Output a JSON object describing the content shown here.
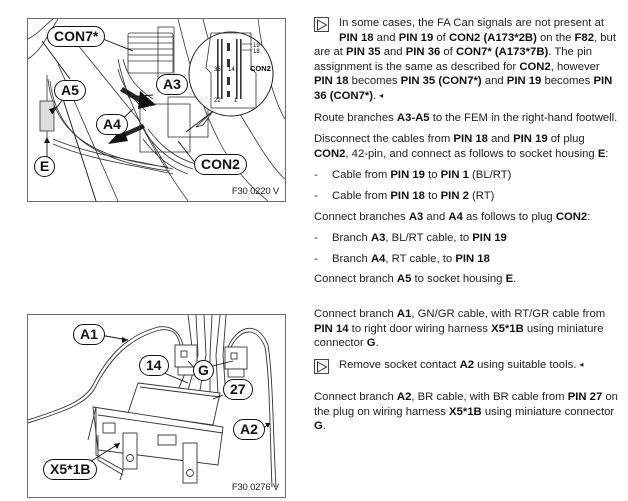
{
  "figures": [
    {
      "id": "fig1",
      "code": "F30 0220 V",
      "callouts": {
        "con7": "CON7*",
        "a5": "A5",
        "a3": "A3",
        "a4": "A4",
        "e": "E",
        "con2": "CON2"
      },
      "inset": {
        "label": "CON2",
        "pins": [
          "19",
          "18",
          "35",
          "14",
          "22",
          "1"
        ]
      }
    },
    {
      "id": "fig2",
      "code": "F30 0276 V",
      "callouts": {
        "a1": "A1",
        "p14": "14",
        "g": "G",
        "p27": "27",
        "a2": "A2",
        "x51b": "X5*1B"
      }
    }
  ],
  "text": {
    "note1": {
      "icon": "note-triangle-icon",
      "parts": [
        [
          "In some cases, the FA Can signals are not present at ",
          false
        ],
        [
          "PIN 18",
          true
        ],
        [
          " and ",
          false
        ],
        [
          "PIN 19",
          true
        ],
        [
          " of ",
          false
        ],
        [
          "CON2 (A173*2B)",
          true
        ],
        [
          " on the ",
          false
        ],
        [
          "F82",
          true
        ],
        [
          ", but are at ",
          false
        ],
        [
          "PIN 35",
          true
        ],
        [
          " and ",
          false
        ],
        [
          "PIN 36",
          true
        ],
        [
          " of ",
          false
        ],
        [
          "CON7* (A173*7B)",
          true
        ],
        [
          ". The pin assignment is the same as described for ",
          false
        ],
        [
          "CON2",
          true
        ],
        [
          ", however ",
          false
        ],
        [
          "PIN 18",
          true
        ],
        [
          " becomes ",
          false
        ],
        [
          "PIN 35 (CON7*)",
          true
        ],
        [
          " and ",
          false
        ],
        [
          "PIN 19",
          true
        ],
        [
          " becomes ",
          false
        ],
        [
          "PIN 36 (CON7*)",
          true
        ],
        [
          ".",
          false
        ]
      ],
      "end_mark": "◂"
    },
    "para_route": [
      [
        "Route branches ",
        false
      ],
      [
        "A3-A5",
        true
      ],
      [
        " to the FEM in the right-hand footwell.",
        false
      ]
    ],
    "para_disconnect": [
      [
        "Disconnect the cables from ",
        false
      ],
      [
        "PIN 18",
        true
      ],
      [
        " and ",
        false
      ],
      [
        "PIN 19",
        true
      ],
      [
        " of plug ",
        false
      ],
      [
        "CON2",
        true
      ],
      [
        ", 42-pin, and connect as follows to socket housing ",
        false
      ],
      [
        "E",
        true
      ],
      [
        ":",
        false
      ]
    ],
    "list1": [
      [
        [
          "Cable from ",
          false
        ],
        [
          "PIN 19",
          true
        ],
        [
          " to ",
          false
        ],
        [
          "PIN 1",
          true
        ],
        [
          " (BL/RT)",
          false
        ]
      ],
      [
        [
          "Cable from ",
          false
        ],
        [
          "PIN 18",
          true
        ],
        [
          " to ",
          false
        ],
        [
          "PIN 2",
          true
        ],
        [
          " (RT)",
          false
        ]
      ]
    ],
    "para_connect_a3a4": [
      [
        "Connect branches ",
        false
      ],
      [
        "A3",
        true
      ],
      [
        " and ",
        false
      ],
      [
        "A4",
        true
      ],
      [
        " as follows to plug ",
        false
      ],
      [
        "CON2",
        true
      ],
      [
        ":",
        false
      ]
    ],
    "list2": [
      [
        [
          "Branch ",
          false
        ],
        [
          "A3",
          true
        ],
        [
          ", BL/RT cable, to ",
          false
        ],
        [
          "PIN 19",
          true
        ]
      ],
      [
        [
          "Branch ",
          false
        ],
        [
          "A4",
          true
        ],
        [
          ", RT cable, to ",
          false
        ],
        [
          "PIN 18",
          true
        ]
      ]
    ],
    "para_a5": [
      [
        "Connect branch ",
        false
      ],
      [
        "A5",
        true
      ],
      [
        " to socket housing ",
        false
      ],
      [
        "E",
        true
      ],
      [
        ".",
        false
      ]
    ],
    "para_a1": [
      [
        "Connect branch ",
        false
      ],
      [
        "A1",
        true
      ],
      [
        ", GN/GR cable, with RT/GR cable from ",
        false
      ],
      [
        "PIN 14",
        true
      ],
      [
        " to right door wiring harness ",
        false
      ],
      [
        "X5*1B",
        true
      ],
      [
        " using miniature connector ",
        false
      ],
      [
        "G",
        true
      ],
      [
        ".",
        false
      ]
    ],
    "note2": {
      "icon": "note-triangle-icon",
      "parts": [
        [
          "Remove socket contact ",
          false
        ],
        [
          "A2",
          true
        ],
        [
          " using suitable tools.",
          false
        ]
      ],
      "end_mark": "◂"
    },
    "para_a2": [
      [
        "Connect branch ",
        false
      ],
      [
        "A2",
        true
      ],
      [
        ", BR cable, with BR cable from ",
        false
      ],
      [
        "PIN 27",
        true
      ],
      [
        " on the plug on wiring harness ",
        false
      ],
      [
        "X5*1B",
        true
      ],
      [
        " using miniature connector ",
        false
      ],
      [
        "G",
        true
      ],
      [
        ".",
        false
      ]
    ],
    "list_dash": "-"
  }
}
